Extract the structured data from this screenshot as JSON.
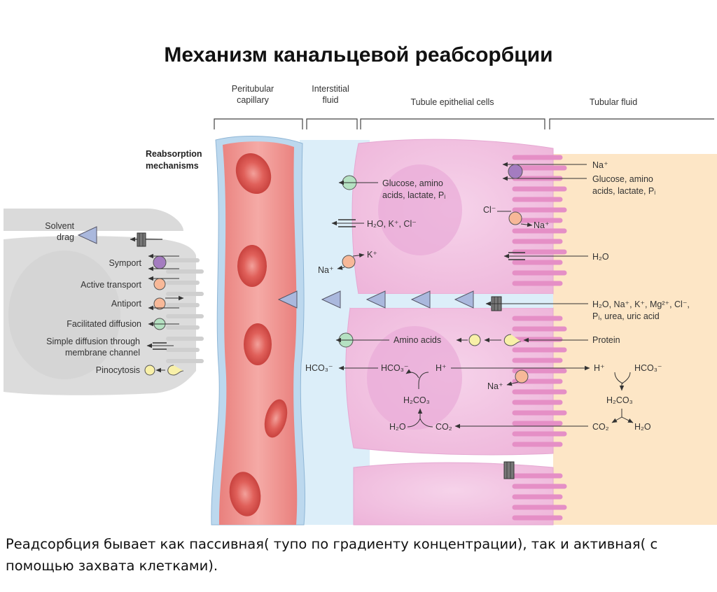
{
  "title": "Механизм канальцевой реабсорбции",
  "headers": {
    "capillary": [
      "Peritubular",
      "capillary"
    ],
    "interstitial": [
      "Interstitial",
      "fluid"
    ],
    "epithelial": "Tubule epithelial cells",
    "tubular": "Tubular fluid"
  },
  "legend": {
    "title": [
      "Reabsorption",
      "mechanisms"
    ],
    "solvent_drag": [
      "Solvent",
      "drag"
    ],
    "symport": "Symport",
    "active_transport": "Active transport",
    "antiport": "Antiport",
    "facilitated_diffusion": "Facilitated diffusion",
    "simple_diffusion": [
      "Simple diffusion through",
      "membrane channel"
    ],
    "pinocytosis": "Pinocytosis"
  },
  "labels": {
    "na_plus": "Na⁺",
    "glucose_left": [
      "Glucose, amino",
      "acids, lactate, Pᵢ"
    ],
    "glucose_right": [
      "Glucose, amino",
      "acids, lactate, Pᵢ"
    ],
    "cl_minus": "Cl⁻",
    "na_plus_2": "Na⁺",
    "h2o_k_cl": "H₂O, K⁺, Cl⁻",
    "k_plus": "K⁺",
    "na_plus_left": "Na⁺",
    "h2o_right": "H₂O",
    "paracellular": [
      "H₂O, Na⁺, K⁺, Mg²⁺, Cl⁻,",
      "Pᵢ, urea, uric acid"
    ],
    "amino_acids": "Amino acids",
    "protein": "Protein",
    "hco3_out": "HCO₃⁻",
    "hco3_in": "HCO₃⁻",
    "h_plus_in": "H⁺",
    "na_plus_3": "Na⁺",
    "h_plus_lumen": "H⁺",
    "hco3_lumen": "HCO₃⁻",
    "h2co3_in": "H₂CO₃",
    "h2co3_lumen": "H₂CO₃",
    "h2o_in": "H₂O",
    "co2_in": "CO₂",
    "co2_lumen": "CO₂",
    "h2o_lumen": "H₂O"
  },
  "colors": {
    "capillary": "#ef9a96",
    "capillary_wall": "#b9d6ec",
    "interstitial": "#dbeef9",
    "cell": "#f2c2e3",
    "nucleus": "#e7a6d6",
    "tubular_fluid": "#fde6c6",
    "microvilli": "#e58fc6",
    "symport": "#a47cc0",
    "active": "#f7b898",
    "facilitated": "#b5e1c2",
    "pinocytosis": "#f8f0a8",
    "solvent_triangle": "#aab8dd"
  },
  "caption": "Реадсорбция бывает как пассивная( тупо по градиенту концентрации), так и активная( с помощью захвата клетками)."
}
